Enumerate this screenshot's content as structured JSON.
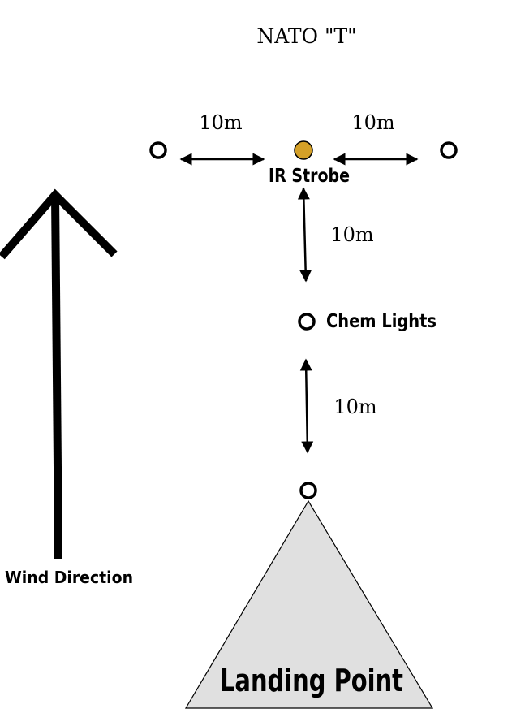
{
  "title": "NATO \"T\"",
  "distances": {
    "left": "10m",
    "right": "10m",
    "upper": "10m",
    "lower": "10m"
  },
  "labels": {
    "ir_strobe": "IR Strobe",
    "chem_lights": "Chem Lights",
    "wind_direction": "Wind Direction",
    "landing_point": "Landing Point"
  },
  "colors": {
    "ir_strobe": "#D4A028",
    "landing_zone_fill": "#E0E0E0",
    "stroke": "#000000"
  }
}
